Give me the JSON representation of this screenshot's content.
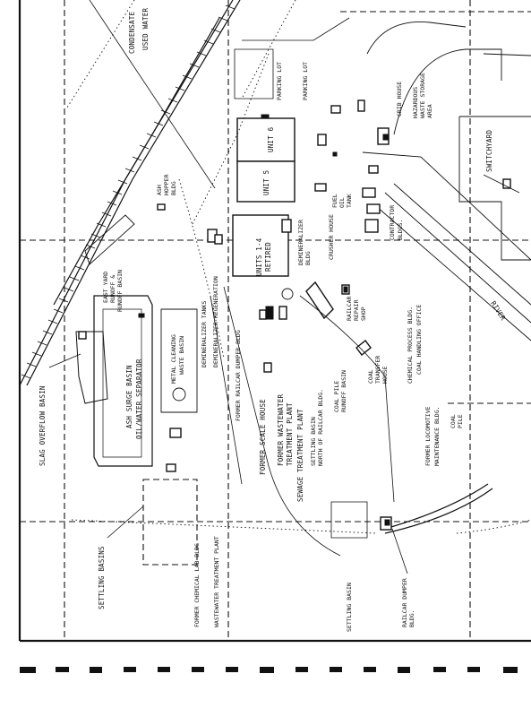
{
  "labels": {
    "condensate": "CONDENSATE",
    "used_water": "USED WATER",
    "parking_lot": "PARKING LOT",
    "parking_2": "PARKING LOT",
    "crib_house": "CRIB HOUSE",
    "hazardous_waste": "HAZARDOUS WASTE STORAGE AREA",
    "switchyard": "SWITCHYARD",
    "unit_6": "UNIT 6",
    "unit_5": "UNIT 5",
    "units_1_4": "UNITS 1-4 RETIRED",
    "ash_hopper": "ASH HOPPER BLDG",
    "east_yard": "EAST YARD RUNOFF BASIN",
    "demineralizer": "DEMINERALIZER BLDG",
    "crusher": "CRUSHER HOUSE",
    "contractor": "CONTRACTOR BLDGS.",
    "chemical_process": "CHEMICAL PROCESS BLDG. COAL HANDLING OFFICE",
    "slag_overflow": "SLAG OVERFLOW BASIN",
    "ash_surge": "ASH SURGE BASIN",
    "oil_water": "OIL/WATER SEPARATOR",
    "metal_cleaning": "METAL CLEANING WASTE BASIN",
    "demineralizer_tanks": "DEMINERALIZER TANKS",
    "regeneration": "DEMINERALIZER REGENERATION",
    "former_railcar": "FORMER RAILCAR DUMPER BLDG",
    "scale_house": "FORMER SCALE HOUSE",
    "former_wastewater": "FORMER WASTEWATER TREATMENT PLANT",
    "sewage": "SEWAGE TREATMENT PLANT",
    "settling_basin_mid": "SETTLING BASIN NORTH OF RAILCAR BLDG.",
    "coal_pile_runoff": "COAL PILE RUNOFF BASIN",
    "coal_transfer": "COAL TRANSFER HOUSE",
    "railcar_repair": "RAILCAR REPAIR SHOP",
    "former_locomotive": "FORMER LOCOMOTIVE MAINTENANCE BLDG.",
    "coal_pile": "COAL PILE",
    "settling_basins": "SETTLING BASINS",
    "former_chem_lab": "FORMER CHEMICAL LAB BLDG",
    "wastewater_plant": "WASTEWATER TREATMENT PLANT",
    "settling_basin_s": "SETTLING BASIN",
    "railcar_dumper": "RAILCAR DUMPER BLDG.",
    "river": "RIVER"
  }
}
